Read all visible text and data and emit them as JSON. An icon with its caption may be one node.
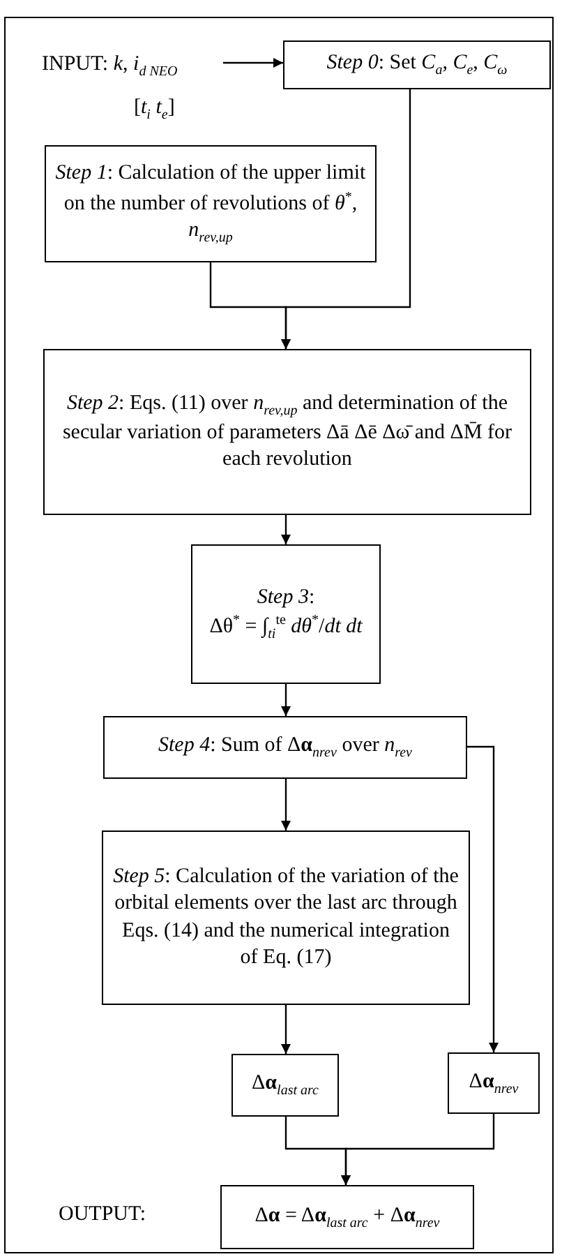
{
  "diagram": {
    "nodes": [
      {
        "text": [
          "INPUT: *k*, *i*$_{d NEO}$",
          "[*t*$_{i}$ *t*$_{e}$]"
        ]
      },
      {
        "text": [
          "*Step 0*: Set *C*$_{a}$, *C*$_{e}$, *C*$_{ω}$"
        ]
      },
      {
        "text": [
          "*Step 1*: Calculation of the upper limit on the number of revolutions of *θ*$^{*}$, *n*$_{rev,up}$"
        ]
      },
      {
        "text": [
          "*Step 2*: Eqs. (11) over *n*$_{rev,up}$ and determination of the secular variation of parameters Δā  Δē  Δω̄ and ΔM̄ for each revolution"
        ]
      },
      {
        "text": [
          "*Step 3*:",
          "Δθ$^{*}$ = ∫$_{ti}$$^{te}$ *dθ*$^{*}$/*dt* *dt*"
        ]
      },
      {
        "text": [
          "*Step 4*: Sum of Δ**α**$_{nrev}$ over *n*$_{rev}$"
        ]
      },
      {
        "text": [
          "*Step 5*: Calculation of the variation of the orbital elements over the last arc through Eqs. (14) and the numerical integration of Eq. (17)"
        ]
      },
      {
        "text": [
          "Δ**α**$_{last arc}$"
        ]
      },
      {
        "text": [
          "Δ**α**$_{nrev}$"
        ]
      },
      {
        "text": [
          "Δ**α** = Δ**α**$_{last arc}$ + Δ**α**$_{nrev}$"
        ]
      }
    ],
    "edges": [
      {
        "from": 0,
        "to": 1,
        "arrow": "to"
      },
      {
        "from": 1,
        "to": 3,
        "arrow": "to"
      },
      {
        "from": 2,
        "to": 3,
        "arrow": "to"
      },
      {
        "from": 3,
        "to": 4,
        "arrow": "to"
      },
      {
        "from": 4,
        "to": 5,
        "arrow": "to"
      },
      {
        "from": 5,
        "to": 6,
        "arrow": "to"
      },
      {
        "from": 5,
        "to": 8,
        "arrow": "to"
      },
      {
        "from": 6,
        "to": 7,
        "arrow": "to"
      },
      {
        "from": 7,
        "to": 9,
        "arrow": "to"
      },
      {
        "from": 8,
        "to": 9,
        "arrow": "to"
      }
    ],
    "labels": [
      "OUTPUT:"
    ]
  }
}
